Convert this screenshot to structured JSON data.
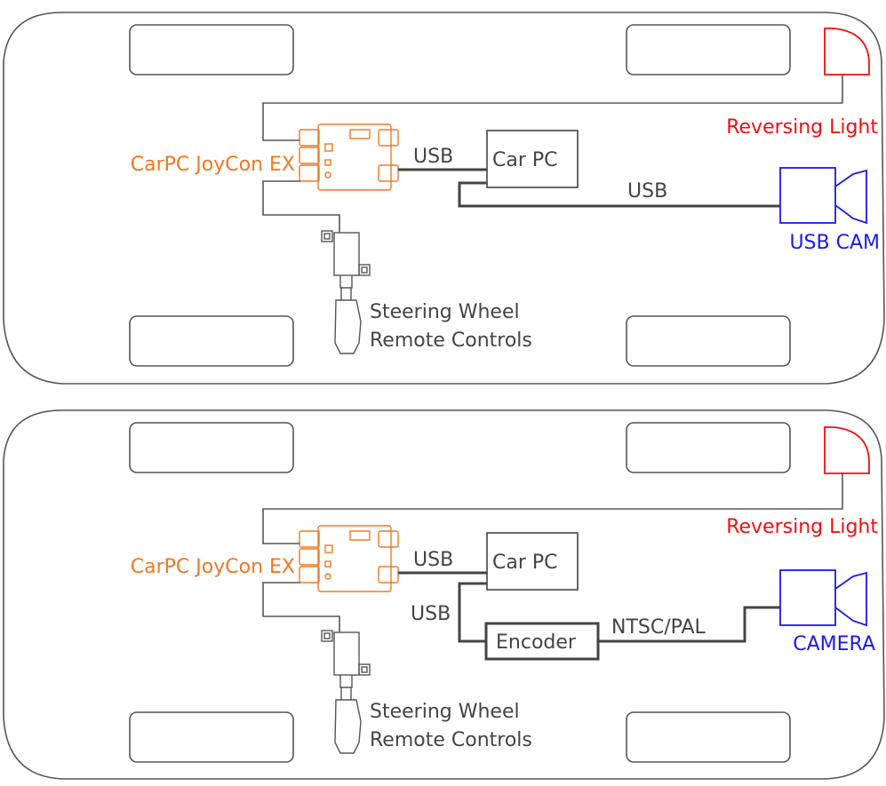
{
  "colors": {
    "line": "#555555",
    "wire": "#444444",
    "orange": "#f07820",
    "red": "#ee1111",
    "blue": "#1a1aee"
  },
  "diagrams": [
    {
      "reversing_light_label": "Reversing Light",
      "controller_label": "CarPC JoyCon EX",
      "pc_label": "Car PC",
      "usb_label_1": "USB",
      "usb_label_2": "USB",
      "camera_label": "USB CAM",
      "steering_label_line1": "Steering Wheel",
      "steering_label_line2": "Remote Controls"
    },
    {
      "reversing_light_label": "Reversing Light",
      "controller_label": "CarPC JoyCon EX",
      "pc_label": "Car PC",
      "usb_label_1": "USB",
      "usb_label_2": "USB",
      "encoder_label": "Encoder",
      "video_label": "NTSC/PAL",
      "camera_label": "CAMERA",
      "steering_label_line1": "Steering Wheel",
      "steering_label_line2": "Remote Controls"
    }
  ]
}
